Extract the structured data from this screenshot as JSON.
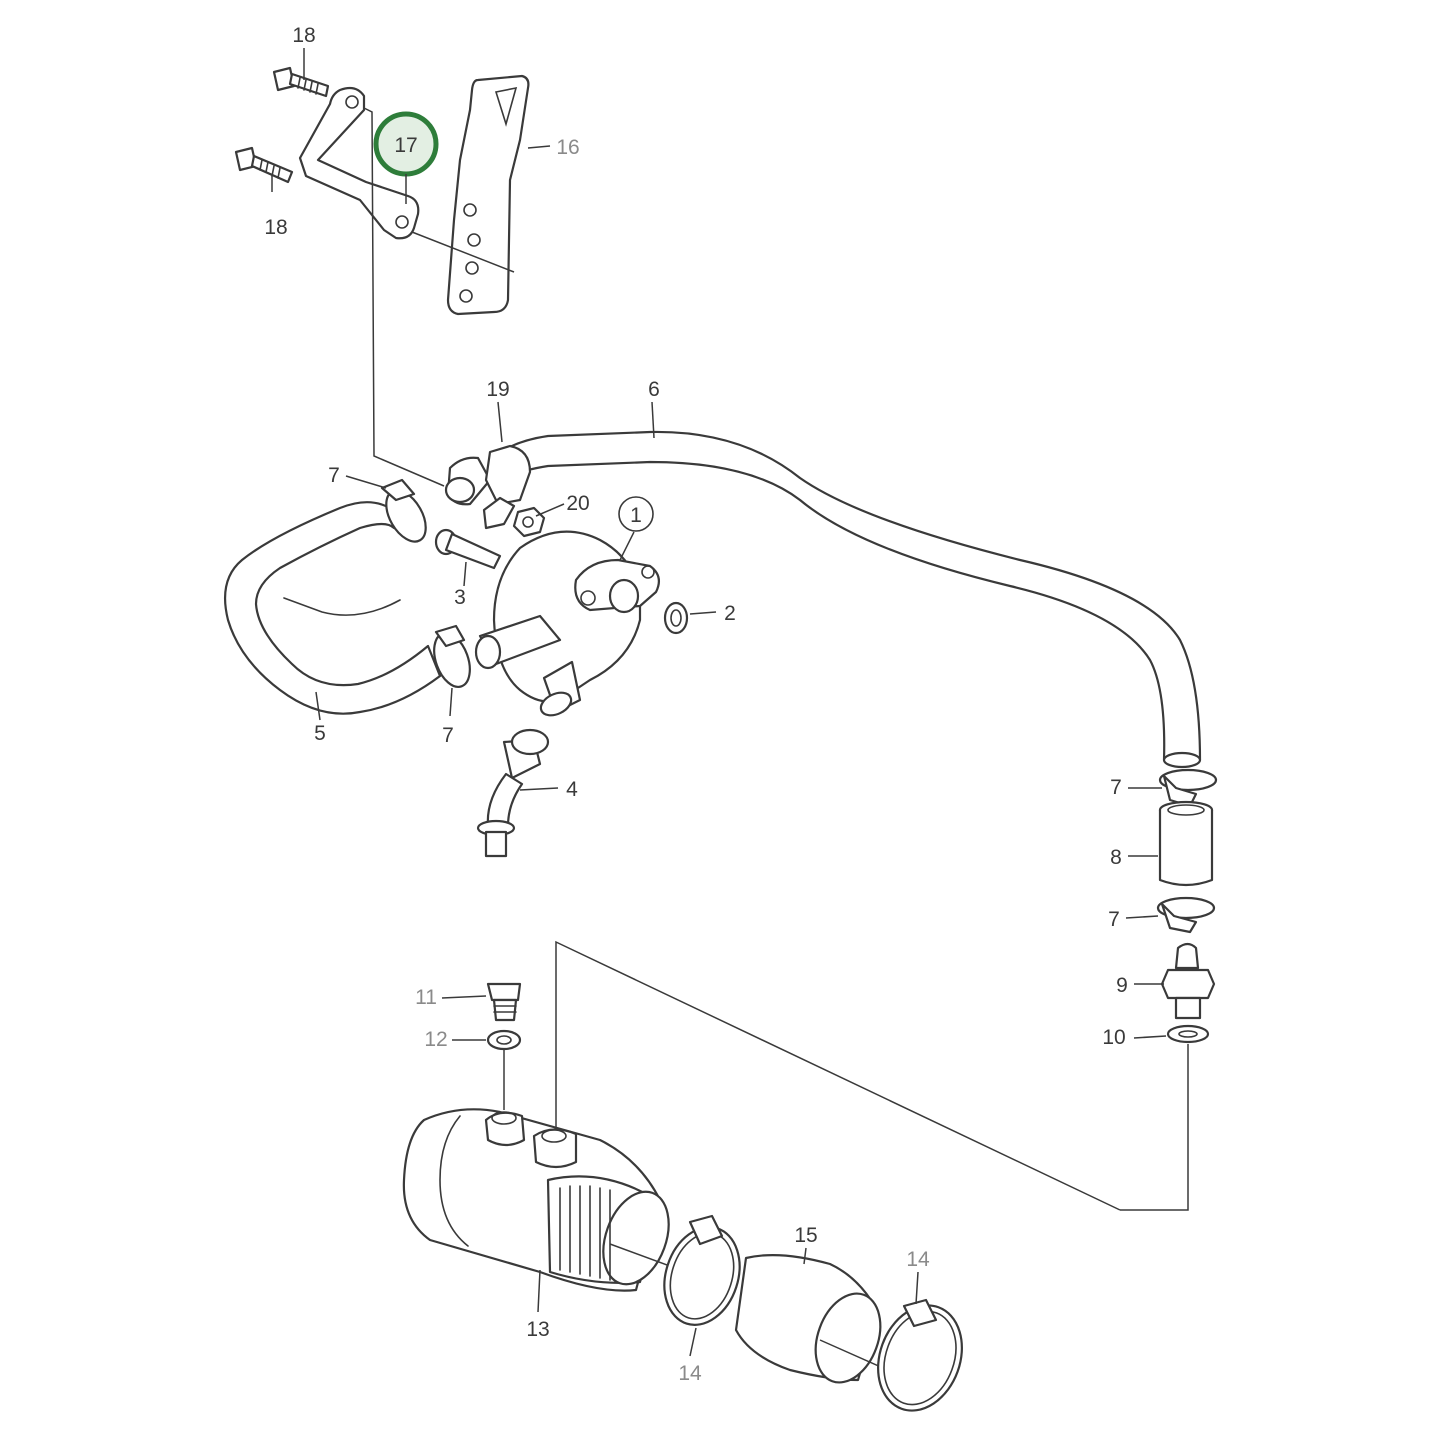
{
  "diagram": {
    "highlight": {
      "number": "17",
      "ring_color": "#2e7d3a",
      "fill_color": "#e3efe3"
    },
    "callouts": [
      {
        "id": "18-top",
        "text": "18"
      },
      {
        "id": "18-bottom",
        "text": "18"
      },
      {
        "id": "16",
        "text": "16"
      },
      {
        "id": "19",
        "text": "19"
      },
      {
        "id": "6",
        "text": "6"
      },
      {
        "id": "7-upper-left",
        "text": "7"
      },
      {
        "id": "20",
        "text": "20"
      },
      {
        "id": "1",
        "text": "1"
      },
      {
        "id": "3",
        "text": "3"
      },
      {
        "id": "2",
        "text": "2"
      },
      {
        "id": "5",
        "text": "5"
      },
      {
        "id": "7-lower-left",
        "text": "7"
      },
      {
        "id": "4",
        "text": "4"
      },
      {
        "id": "7-right-top",
        "text": "7"
      },
      {
        "id": "8",
        "text": "8"
      },
      {
        "id": "7-right-bottom",
        "text": "7"
      },
      {
        "id": "9",
        "text": "9"
      },
      {
        "id": "10",
        "text": "10"
      },
      {
        "id": "11",
        "text": "11"
      },
      {
        "id": "12",
        "text": "12"
      },
      {
        "id": "13",
        "text": "13"
      },
      {
        "id": "14-bottom",
        "text": "14"
      },
      {
        "id": "15",
        "text": "15"
      },
      {
        "id": "14-right",
        "text": "14"
      }
    ],
    "colors": {
      "line": "#3a3a3a",
      "muted_label": "#8a8a8a",
      "background": "#ffffff"
    }
  }
}
